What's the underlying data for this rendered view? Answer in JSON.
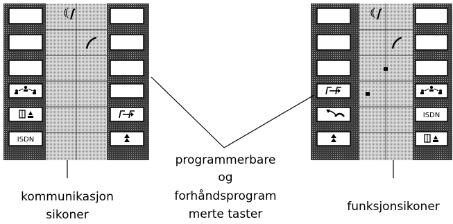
{
  "left_panel": {
    "key_labels": [
      "",
      "",
      "",
      "",
      "",
      "ISDN"
    ],
    "right_key_labels": [
      "",
      "",
      "",
      "",
      "",
      ""
    ]
  },
  "right_panel": {
    "key_labels": [
      "",
      "",
      "",
      "",
      "",
      ""
    ],
    "right_key_labels": [
      "",
      "",
      "",
      "",
      "ISDN",
      ""
    ]
  },
  "labels": {
    "left_line1": "kommunikasjon",
    "left_line2": "sikoner",
    "center_line1": "programmerbare",
    "center_line2": "og",
    "center_line3": "forhåndsprogram",
    "center_line4": "merte taster",
    "right_line1": "funksjonsikoner"
  }
}
